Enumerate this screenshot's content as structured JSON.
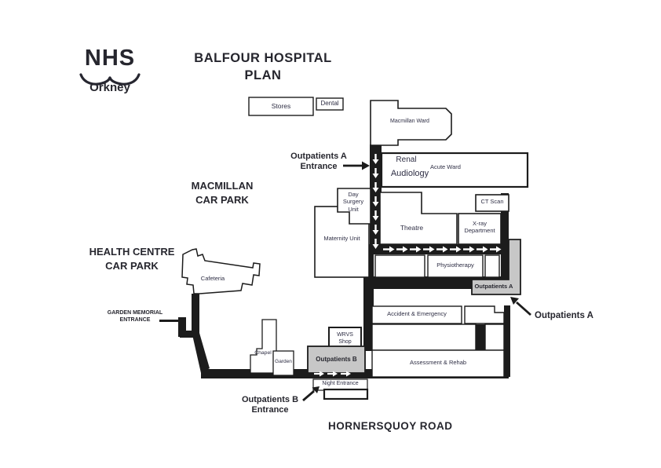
{
  "logo": {
    "name": "NHS",
    "region": "Orkney"
  },
  "title": [
    "BALFOUR HOSPITAL",
    "PLAN"
  ],
  "buildings": {
    "stores": "Stores",
    "dental": "Dental",
    "macmillan_ward": "Macmillan Ward",
    "renal": "Renal",
    "audiology": "Audiology",
    "acute_ward": "Acute Ward",
    "day_surgery_unit": [
      "Day",
      "Surgery",
      "Unit"
    ],
    "maternity_unit": "Maternity Unit",
    "theatre": "Theatre",
    "ct_scan": "CT Scan",
    "xray_department": [
      "X-ray",
      "Department"
    ],
    "physiotherapy": "Physiotherapy",
    "outpatients_a": "Outpatients A",
    "accident_emergency": "Accident & Emergency",
    "assessment_rehab": "Assessment & Rehab",
    "wrvs_shop": [
      "WRVS",
      "Shop"
    ],
    "outpatients_b": "Outpatients B",
    "night_entrance": "Night Entrance",
    "chapel": "Chapel",
    "garden": "Garden",
    "cafeteria": "Cafeteria"
  },
  "annotations": {
    "outpatients_a_entrance": [
      "Outpatients A",
      "Entrance"
    ],
    "macmillan_car_park": [
      "MACMILLAN",
      "CAR PARK"
    ],
    "health_centre_car_park": [
      "HEALTH CENTRE",
      "CAR PARK"
    ],
    "garden_memorial_entrance": [
      "GARDEN MEMORIAL",
      "ENTRANCE"
    ],
    "outpatients_b_entrance": [
      "Outpatients B",
      "Entrance"
    ],
    "outpatients_a_pointer": "Outpatients A",
    "road": "HORNERSQUOY ROAD"
  },
  "colors": {
    "ink": "#1c1c1c",
    "highlight": "#c7c7c7",
    "label_text": "#2e2e44"
  }
}
